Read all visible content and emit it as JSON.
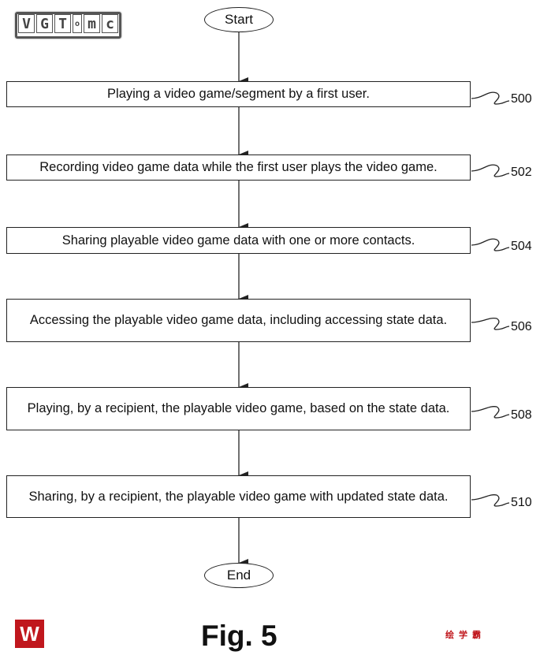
{
  "watermark_top": [
    "V",
    "G",
    "T",
    "o",
    "m",
    "c"
  ],
  "start_label": "Start",
  "end_label": "End",
  "steps": [
    {
      "text": "Playing a video game/segment by a first user.",
      "ref": "500"
    },
    {
      "text": "Recording video game data while the first user plays the video game.",
      "ref": "502"
    },
    {
      "text": "Sharing playable video game data with one or more contacts.",
      "ref": "504"
    },
    {
      "text": "Accessing the playable video game data, including accessing state data.",
      "ref": "506"
    },
    {
      "text": "Playing, by a recipient, the playable video game, based on the state data.",
      "ref": "508"
    },
    {
      "text": "Sharing, by a recipient, the playable video game with updated state data.",
      "ref": "510"
    }
  ],
  "figure_caption": "Fig. 5",
  "logo_bottom_left": "W",
  "watermark_bottom_right": "绘学霸",
  "colors": {
    "accent_red": "#c0171d",
    "line": "#222222"
  }
}
